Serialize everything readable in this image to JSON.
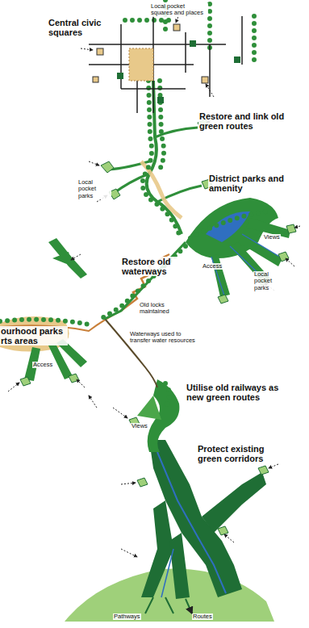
{
  "diagram": {
    "labels": [
      "Central civic squares",
      "Local pocket squares and places",
      "Restore and link old green routes",
      "Local pocket parks",
      "District parks and amenity",
      "Views",
      "Access",
      "Local pocket parks",
      "Restore old waterways",
      "Old locks maintained",
      "Waterways used to transfer water resources",
      "ourhood parks rts areas",
      "Access",
      "Utilise old railways as new green routes",
      "Views",
      "Protect existing green corridors",
      "Pathways",
      "Routes"
    ]
  }
}
